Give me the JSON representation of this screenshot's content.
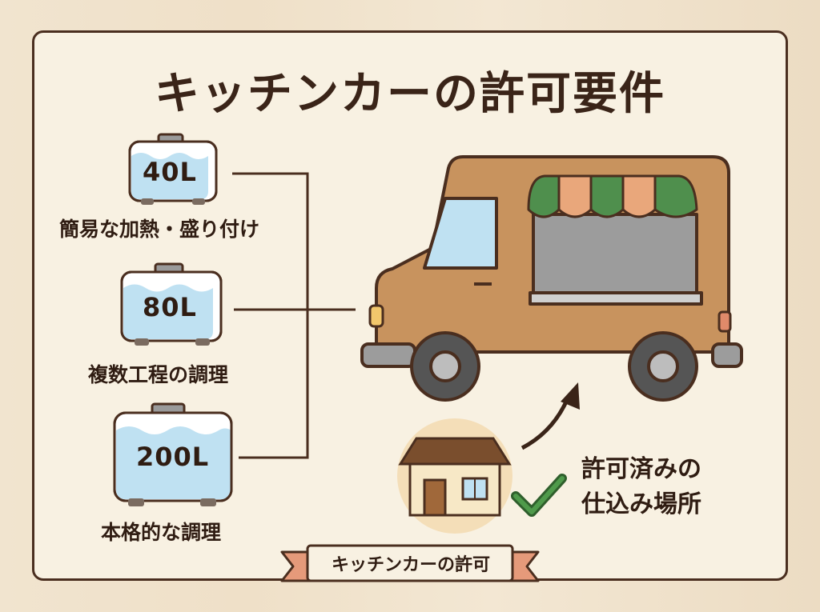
{
  "title": "キッチンカーの許可要件",
  "tanks": [
    {
      "capacity": "40L",
      "label": "簡易な加熱・盛り付け"
    },
    {
      "capacity": "80L",
      "label": "複数工程の調理"
    },
    {
      "capacity": "200L",
      "label": "本格的な調理"
    }
  ],
  "prep_place": {
    "line1": "許可済みの",
    "line2": "仕込み場所"
  },
  "ribbon": "キッチンカーの許可",
  "colors": {
    "outline": "#4a2e1f",
    "water": "#bfe1f2",
    "van": "#c8935e",
    "awning_green": "#4f8f4d",
    "awning_orange": "#e9a77b",
    "check": "#3f7f3c"
  }
}
